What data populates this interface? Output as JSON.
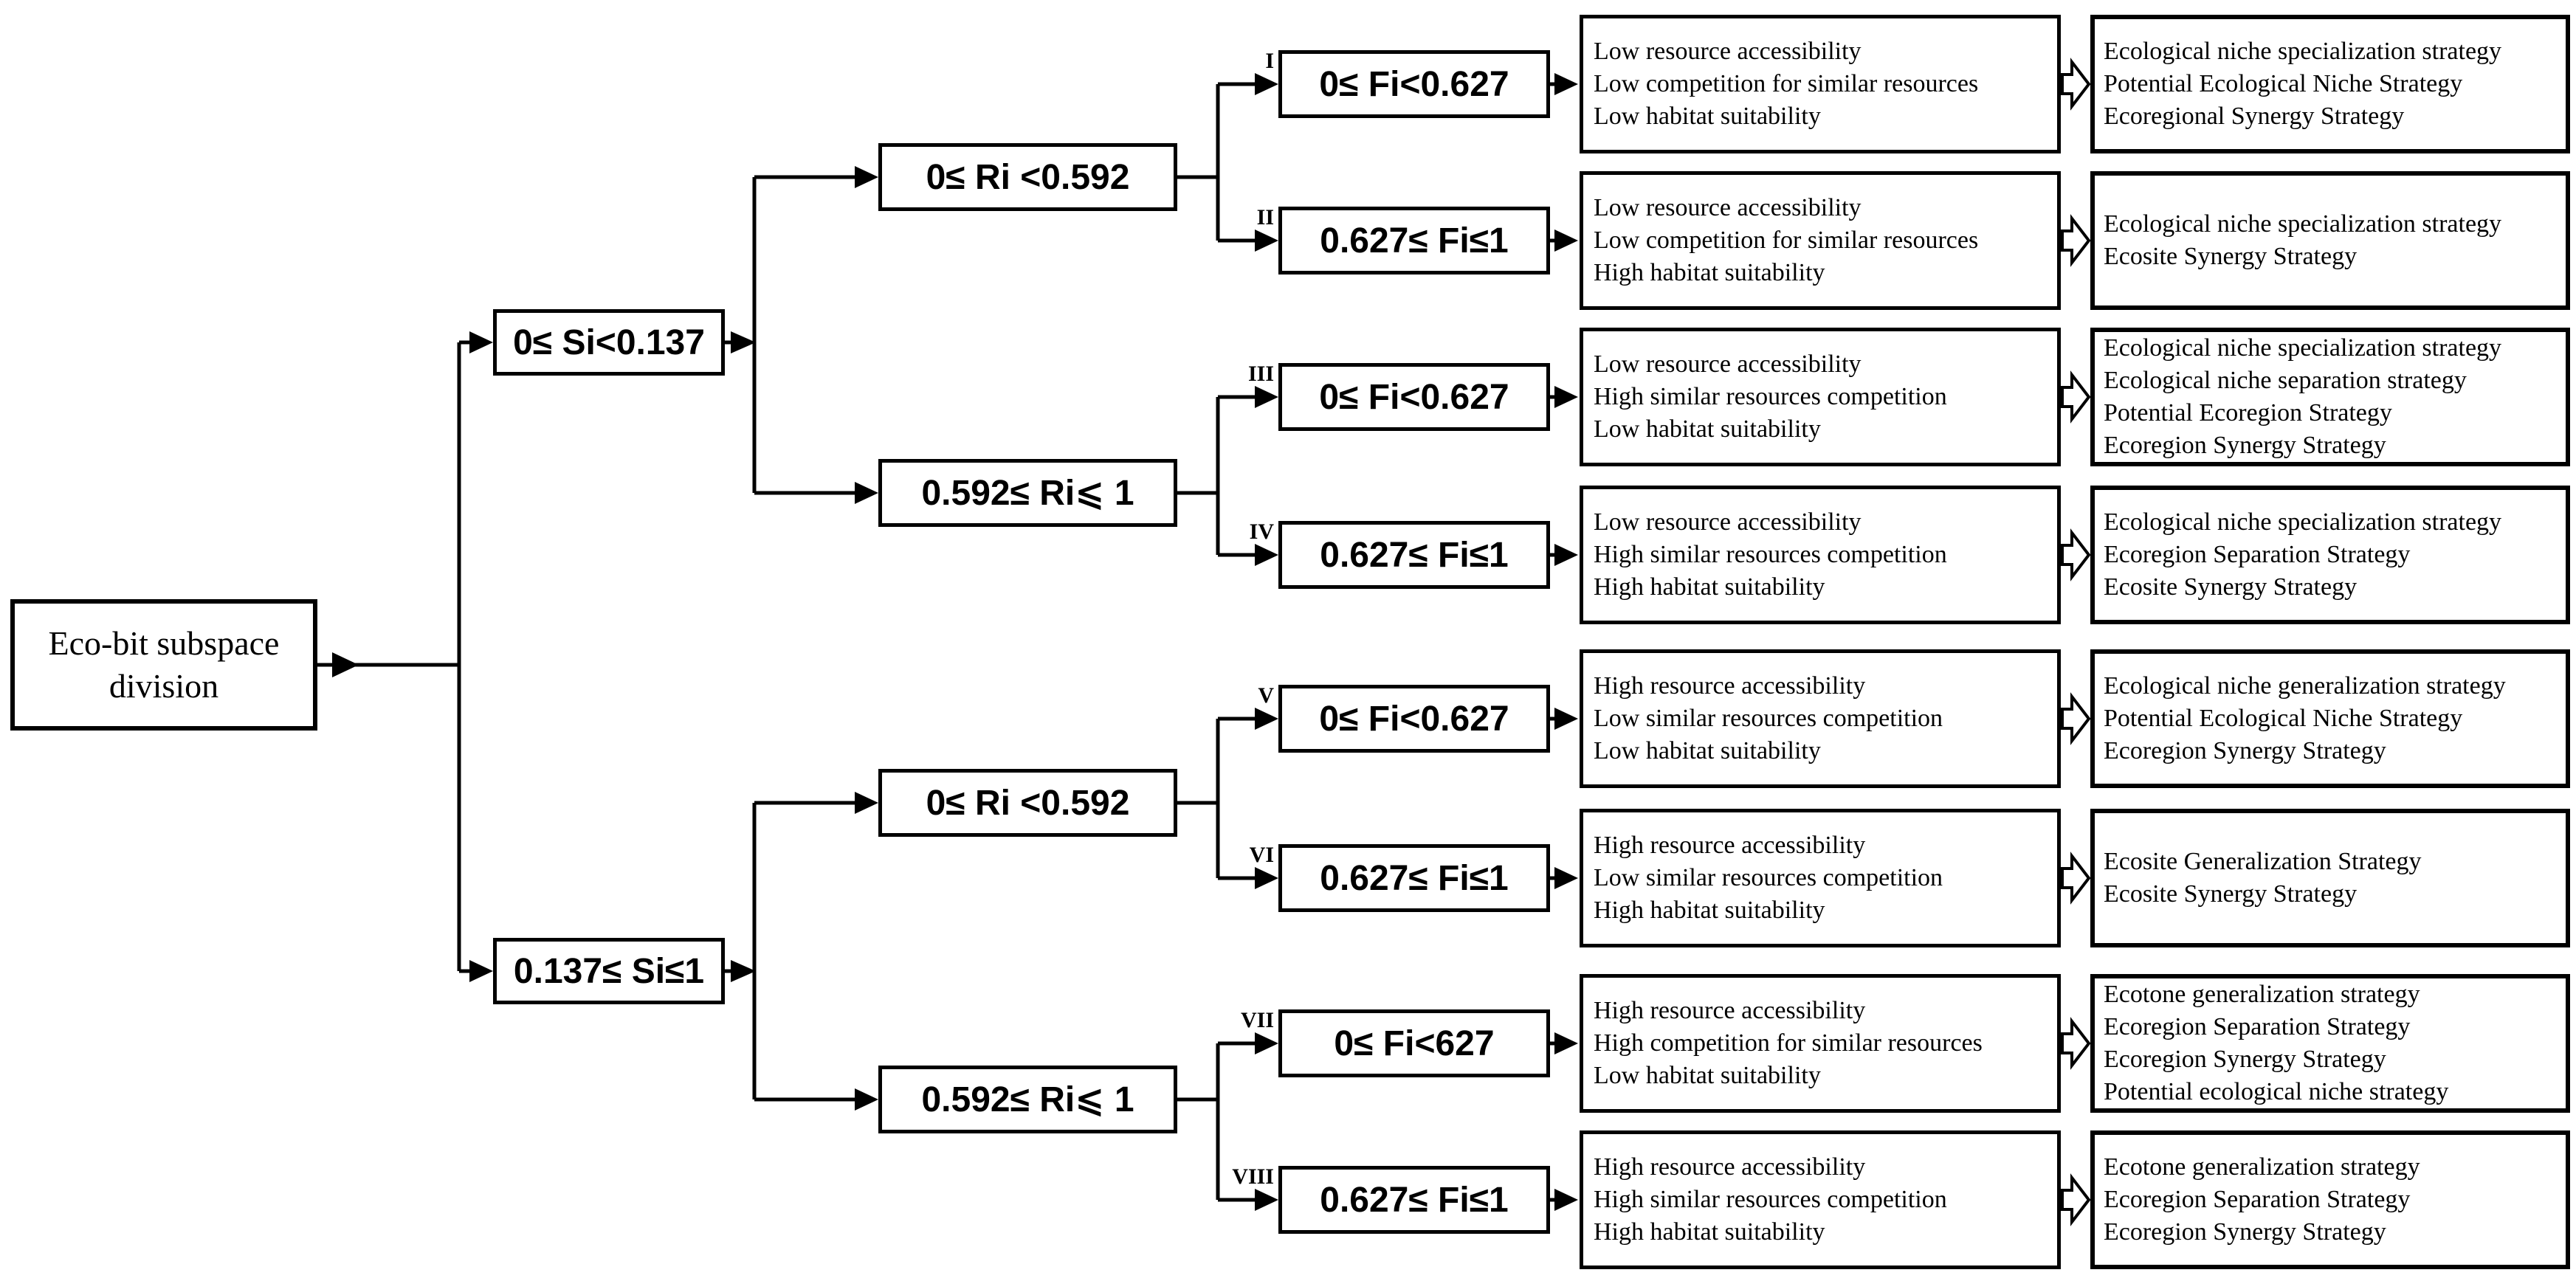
{
  "colors": {
    "ink": "#000000",
    "paper": "#ffffff"
  },
  "root": {
    "line1": "Eco-bit subspace",
    "line2": "division"
  },
  "si_nodes": [
    {
      "label": "0≤ Si<0.137"
    },
    {
      "label": "0.137≤ Si≤1"
    }
  ],
  "ri_nodes": [
    {
      "label": "0≤ Ri <0.592"
    },
    {
      "label": "0.592≤ Ri⩽ 1"
    },
    {
      "label": "0≤ Ri <0.592"
    },
    {
      "label": "0.592≤ Ri⩽ 1"
    }
  ],
  "leaves": [
    {
      "numeral": "I",
      "fi_label": "0≤ Fi<0.627",
      "conditions": [
        "Low resource accessibility",
        "Low competition for similar resources",
        "Low habitat suitability"
      ],
      "strategies": [
        "Ecological niche specialization strategy",
        "Potential Ecological Niche Strategy",
        "Ecoregional Synergy Strategy"
      ]
    },
    {
      "numeral": "II",
      "fi_label": "0.627≤ Fi≤1",
      "conditions": [
        "Low resource accessibility",
        "Low competition for similar resources",
        "High habitat suitability"
      ],
      "strategies": [
        "Ecological niche specialization strategy",
        "Ecosite Synergy Strategy"
      ]
    },
    {
      "numeral": "III",
      "fi_label": "0≤ Fi<0.627",
      "conditions": [
        "Low resource accessibility",
        "High similar resources competition",
        "Low habitat suitability"
      ],
      "strategies": [
        "Ecological niche specialization strategy",
        "Ecological niche separation strategy",
        "Potential Ecoregion Strategy",
        "Ecoregion Synergy Strategy"
      ]
    },
    {
      "numeral": "IV",
      "fi_label": "0.627≤ Fi≤1",
      "conditions": [
        "Low resource accessibility",
        "High similar resources competition",
        "High habitat suitability"
      ],
      "strategies": [
        "Ecological niche specialization strategy",
        "Ecoregion Separation Strategy",
        "Ecosite Synergy Strategy"
      ]
    },
    {
      "numeral": "V",
      "fi_label": "0≤ Fi<0.627",
      "conditions": [
        "High resource accessibility",
        "Low similar resources competition",
        "Low habitat suitability"
      ],
      "strategies": [
        "Ecological niche generalization strategy",
        "Potential Ecological Niche Strategy",
        "Ecoregion Synergy Strategy"
      ]
    },
    {
      "numeral": "VI",
      "fi_label": "0.627≤ Fi≤1",
      "conditions": [
        "High resource accessibility",
        "Low similar resources competition",
        "High habitat suitability"
      ],
      "strategies": [
        "Ecosite Generalization Strategy",
        "Ecosite Synergy Strategy"
      ]
    },
    {
      "numeral": "VII",
      "fi_label": "0≤ Fi<627",
      "conditions": [
        "High resource accessibility",
        "High competition for similar resources",
        "Low habitat suitability"
      ],
      "strategies": [
        "Ecotone generalization strategy",
        "Ecoregion Separation Strategy",
        "Ecoregion Synergy Strategy",
        "Potential ecological niche strategy"
      ]
    },
    {
      "numeral": "VIII",
      "fi_label": "0.627≤ Fi≤1",
      "conditions": [
        "High resource accessibility",
        "High similar resources competition",
        "High habitat suitability"
      ],
      "strategies": [
        "Ecotone generalization strategy",
        "Ecoregion Separation Strategy",
        "Ecoregion Synergy Strategy"
      ]
    }
  ]
}
